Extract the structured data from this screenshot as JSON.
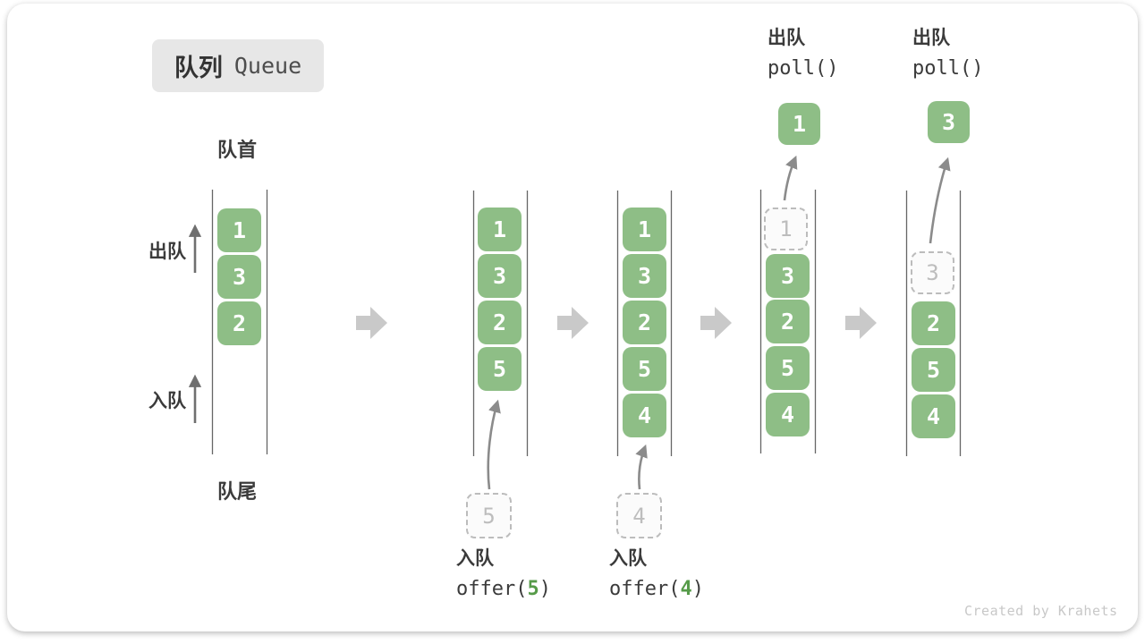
{
  "title": {
    "zh": "队列",
    "en": "Queue"
  },
  "labels": {
    "front": "队首",
    "rear": "队尾",
    "dequeue": "出队",
    "enqueue": "入队"
  },
  "columns": [
    {
      "items": [
        "1",
        "3",
        "2"
      ]
    },
    {
      "items": [
        "1",
        "3",
        "2",
        "5"
      ],
      "incoming": "5",
      "op": {
        "label": "入队",
        "code_pre": "offer(",
        "arg": "5",
        "code_post": ")"
      }
    },
    {
      "items": [
        "1",
        "3",
        "2",
        "5",
        "4"
      ],
      "incoming": "4",
      "op": {
        "label": "入队",
        "code_pre": "offer(",
        "arg": "4",
        "code_post": ")"
      }
    },
    {
      "items": [
        "3",
        "2",
        "5",
        "4"
      ],
      "removed": "1",
      "popped": "1",
      "op": {
        "label": "出队",
        "code": "poll()"
      }
    },
    {
      "items": [
        "2",
        "5",
        "4"
      ],
      "removed": "3",
      "popped": "3",
      "op": {
        "label": "出队",
        "code": "poll()"
      }
    }
  ],
  "colors": {
    "item_green": "#8EBE86",
    "accent_green": "#569B49",
    "block_arrow_gray": "#C9C9C9",
    "text_dark": "#3B3B3B",
    "dashed_gray": "#BCBCBC",
    "badge_bg": "#E7E7E7"
  },
  "watermark": "Created by Krahets"
}
